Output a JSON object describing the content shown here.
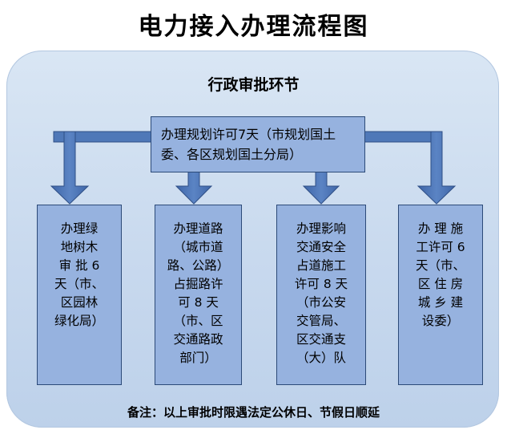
{
  "title": "电力接入办理流程图",
  "section_title": "行政审批环节",
  "top_step": "办理规划许可7天（市规划国土委、各区规划国土分局）",
  "steps": [
    "办理绿\n地树木\n审 批 6\n天（市、\n区园林\n绿化局）",
    "办理道路\n（城市道\n路、公路）\n占掘路许\n可  8  天\n（市、区\n交通路政\n部门）",
    "办理影响\n交通安全\n占道施工\n许可 8 天\n（市公安\n交管局、\n区交通支\n（大）队",
    "办 理 施\n工许可 6\n天（市、\n区 住 房\n城 乡 建\n设委）"
  ],
  "note": "备注：以上审批时限遇法定公休日、节假日顺延",
  "colors": {
    "panel": "#c8d9ee",
    "box_fill": "#96b2df",
    "box_border": "#2c4a78",
    "arrow": "#4f78b8"
  }
}
